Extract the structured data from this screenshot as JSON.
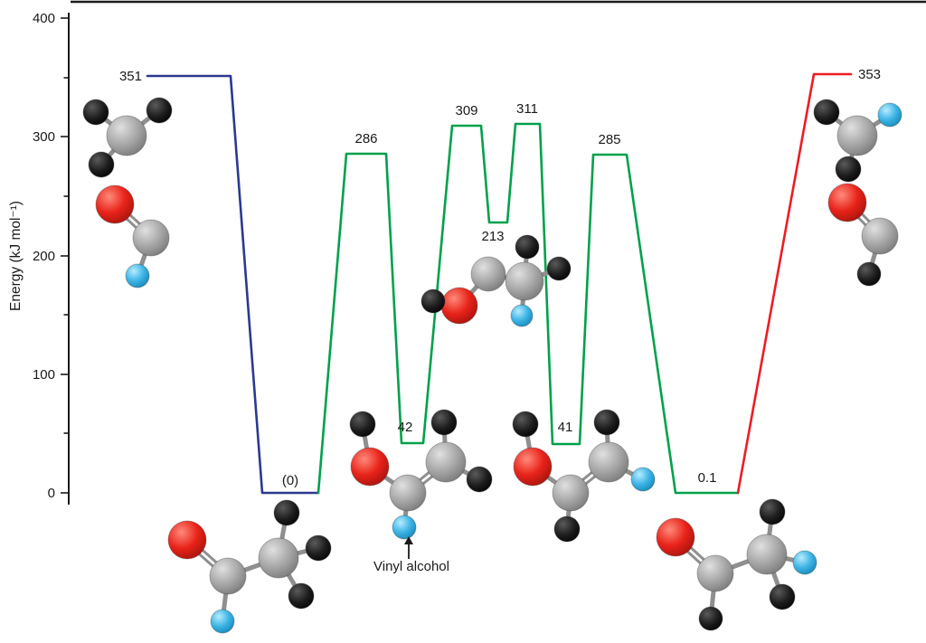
{
  "chart_data": {
    "type": "line",
    "title": "",
    "xlabel": "",
    "ylabel": "Energy (kJ mol⁻¹)",
    "ylim": [
      0,
      400
    ],
    "yticks": [
      "400",
      "300",
      "200",
      "100",
      "0"
    ],
    "legend": "none",
    "grid": false,
    "series": [
      {
        "name": "entrance-channel",
        "color": "#2b3990",
        "points": [
          {
            "label": "351",
            "energy": 351
          },
          {
            "label": "(0)",
            "energy": 0
          }
        ]
      },
      {
        "name": "isomerization-pathway",
        "color": "#00a14b",
        "points": [
          {
            "label": "(0)",
            "energy": 0
          },
          {
            "label": "286",
            "energy": 286
          },
          {
            "label": "42",
            "energy": 42
          },
          {
            "label": "309",
            "energy": 309
          },
          {
            "label": "213",
            "energy": 213
          },
          {
            "label": "311",
            "energy": 311
          },
          {
            "label": "41",
            "energy": 41
          },
          {
            "label": "285",
            "energy": 285
          },
          {
            "label": "0.1",
            "energy": 0.1
          }
        ]
      },
      {
        "name": "exit-channel",
        "color": "#ed1c24",
        "points": [
          {
            "label": "0.1",
            "energy": 0.1
          },
          {
            "label": "353",
            "energy": 353
          }
        ]
      }
    ],
    "annotations": [
      {
        "text": "Vinyl alcohol"
      }
    ]
  },
  "atom_colors": {
    "carbon": "#a8a8a8",
    "hydrogen": "#111111",
    "oxygen": "#e8231a",
    "labeled_hydrogen": "#3cb4e6"
  }
}
